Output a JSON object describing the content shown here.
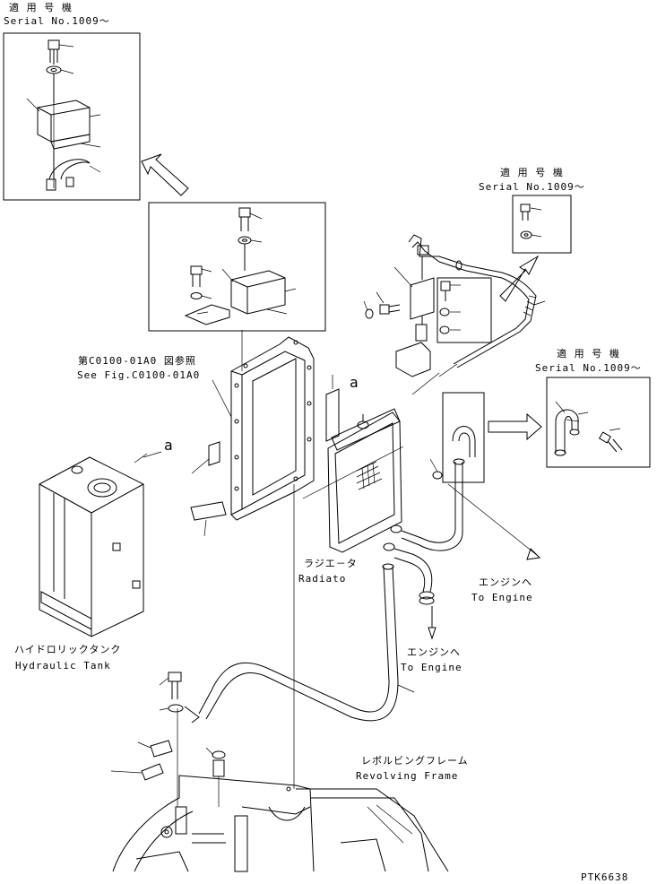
{
  "labels": {
    "applicable_top_jp": "適 用 号 機",
    "applicable_top_en": "Serial No.1009～",
    "applicable_right1_jp": "適 用 号 機",
    "applicable_right1_en": "Serial No.1009～",
    "applicable_right2_jp": "適 用 号 機",
    "applicable_right2_en": "Serial No.1009～",
    "see_fig_jp": "第C0100-01A0 図参照",
    "see_fig_en": "See Fig.C0100-01A0",
    "ref_a_1": "a",
    "ref_a_2": "a",
    "radiator_jp": "ラジエ－タ",
    "radiator_en": "Radiato",
    "to_engine1_jp": "エンジンへ",
    "to_engine1_en": "To Engine",
    "to_engine2_jp": "エンジンへ",
    "to_engine2_en": "To Engine",
    "hyd_tank_jp": "ハイドロリックタンク",
    "hyd_tank_en": "Hydraulic Tank",
    "frame_jp": "レボルビングフレーム",
    "frame_en": "Revolving Frame",
    "drawing_no": "PTK6638"
  },
  "colors": {
    "line": "#000000",
    "background": "#ffffff"
  }
}
